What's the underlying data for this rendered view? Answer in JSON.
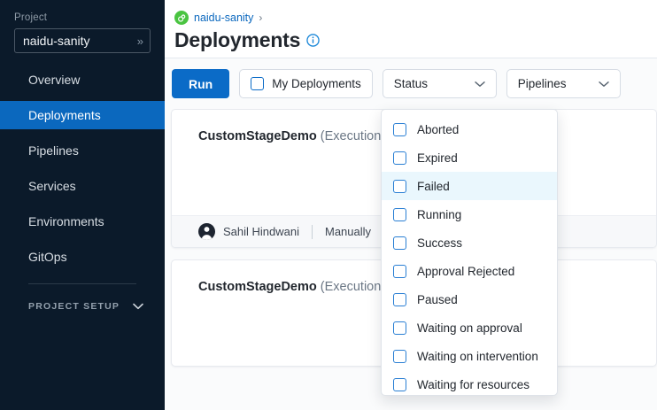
{
  "sidebar": {
    "project_label": "Project",
    "project_value": "naidu-sanity",
    "expand_icon": "double-chevron-right-icon",
    "items": [
      {
        "label": "Overview",
        "active": false
      },
      {
        "label": "Deployments",
        "active": true
      },
      {
        "label": "Pipelines",
        "active": false
      },
      {
        "label": "Services",
        "active": false
      },
      {
        "label": "Environments",
        "active": false
      },
      {
        "label": "GitOps",
        "active": false
      }
    ],
    "setup_label": "PROJECT SETUP",
    "setup_chevron": "chevron-down-icon"
  },
  "header": {
    "breadcrumb_icon": "project-badge-icon",
    "breadcrumb_link": "naidu-sanity",
    "breadcrumb_separator": "›",
    "title": "Deployments",
    "info_icon": "info-circle-icon"
  },
  "toolbar": {
    "run_label": "Run",
    "my_deployments_label": "My Deployments",
    "my_deployments_checked": false,
    "status_label": "Status",
    "pipelines_label": "Pipelines",
    "chevron_icon": "chevron-down-icon"
  },
  "status_menu": {
    "open": true,
    "highlighted": "Failed",
    "options": [
      {
        "label": "Aborted",
        "checked": false
      },
      {
        "label": "Expired",
        "checked": false
      },
      {
        "label": "Failed",
        "checked": false
      },
      {
        "label": "Running",
        "checked": false
      },
      {
        "label": "Success",
        "checked": false
      },
      {
        "label": "Approval Rejected",
        "checked": false
      },
      {
        "label": "Paused",
        "checked": false
      },
      {
        "label": "Waiting on approval",
        "checked": false
      },
      {
        "label": "Waiting on intervention",
        "checked": false
      },
      {
        "label": "Waiting for resources",
        "checked": false
      }
    ]
  },
  "executions": [
    {
      "name": "CustomStageDemo",
      "meta": "(Execution Id",
      "user": "Sahil Hindwani",
      "trigger": "Manually",
      "avatar_icon": "user-avatar-icon"
    },
    {
      "name": "CustomStageDemo",
      "meta": "(Execution Id"
    }
  ],
  "colors": {
    "sidebar_bg": "#0b1a2a",
    "accent_blue": "#0b6bc7",
    "active_nav": "#0b68be",
    "badge_green": "#4ac441",
    "menu_highlight": "#eaf7fd"
  }
}
